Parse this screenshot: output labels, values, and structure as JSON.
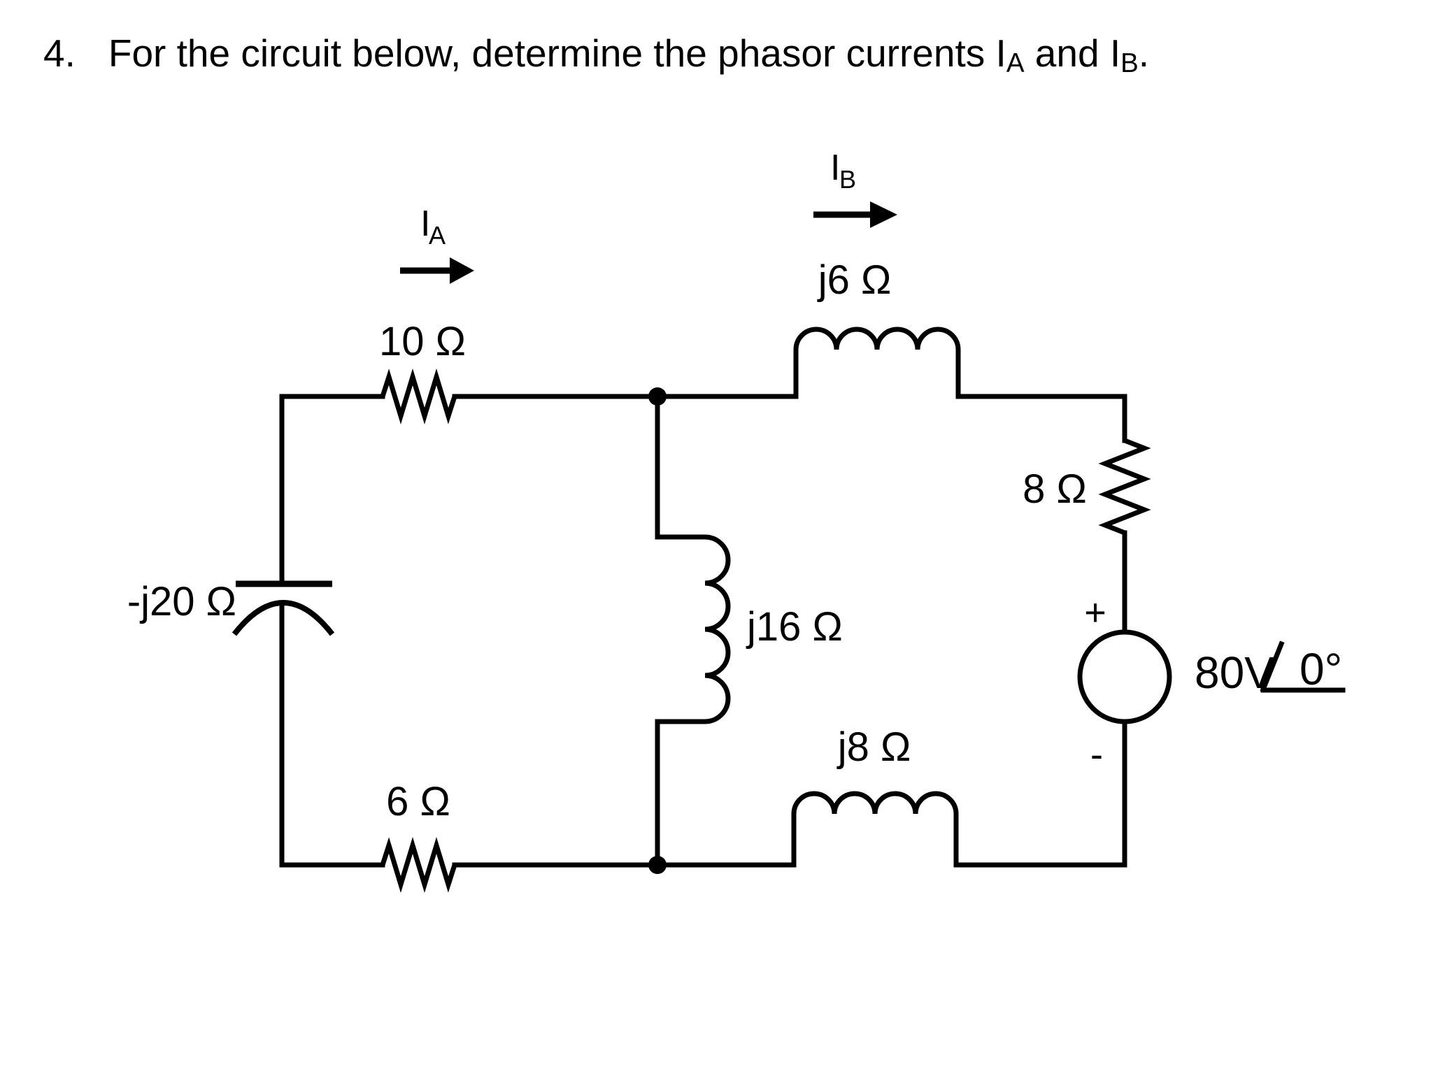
{
  "title": {
    "number": "4.",
    "body": "For the circuit below, determine the phasor currents",
    "current_a_symbol": "I",
    "current_a_sub": "A",
    "conjunction": "and",
    "current_b_symbol": "I",
    "current_b_sub": "B",
    "terminator": "."
  },
  "currents": {
    "ia_symbol": "I",
    "ia_sub": "A",
    "ib_symbol": "I",
    "ib_sub": "B"
  },
  "labels": {
    "resistor_top": "10 Ω",
    "resistor_bottom": "6 Ω",
    "resistor_right": "8 Ω",
    "capacitor_left": "-j20 Ω",
    "inductor_top": "j6 Ω",
    "inductor_middle": "j16 Ω",
    "inductor_bottom": "j8 Ω",
    "source_magnitude": "80V",
    "source_angle": "0°",
    "source_plus": "+",
    "source_minus": "-"
  },
  "colors": {
    "background": "#ffffff",
    "ink": "#000000"
  }
}
